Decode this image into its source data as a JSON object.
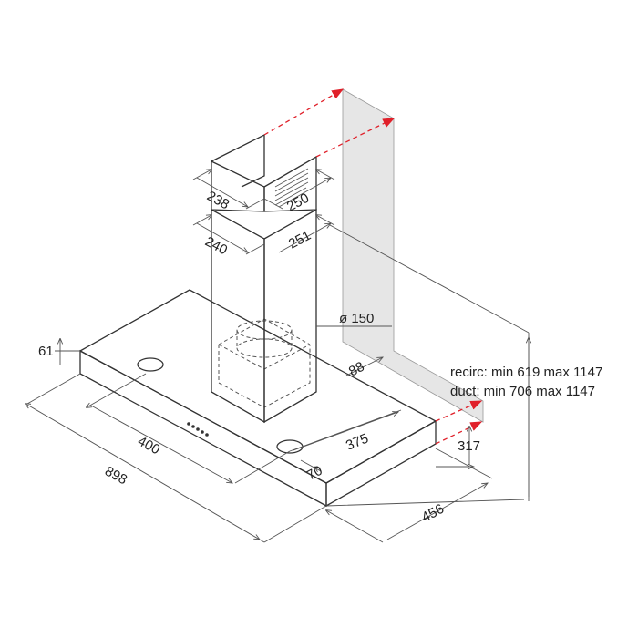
{
  "title": "Chimney cooker hood dimension drawing",
  "dimensions": {
    "chimney_upper_depth": "238",
    "chimney_upper_width": "250",
    "chimney_lower_depth": "240",
    "chimney_lower_width": "251",
    "duct_diameter": "ø 150",
    "canopy_thickness": "61",
    "chimney_offset": "88",
    "height_recirc": "recirc: min 619 max 1147",
    "height_duct": "duct: min 706 max 1147",
    "filter_spacing": "400",
    "filter_offset": "375",
    "wall_to_canopy": "317",
    "total_width": "898",
    "edge_offset": "70",
    "total_depth": "456"
  },
  "colors": {
    "line": "#333333",
    "arrow": "#e0202a",
    "wall": "#e6e6e6"
  }
}
